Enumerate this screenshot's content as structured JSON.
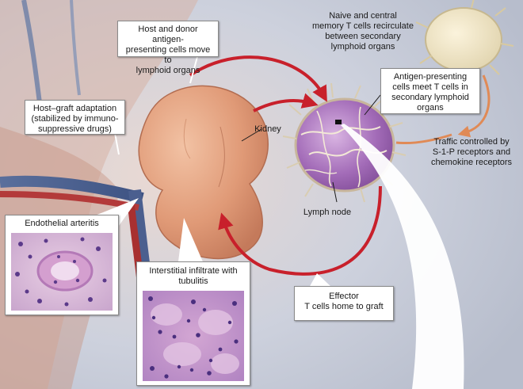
{
  "labels": {
    "host_donor_apc": "Host and donor antigen-\npresenting cells move to\nlymphoid organs",
    "naive_memory": "Naive and central\nmemory T cells recirculate\nbetween secondary\nlymphoid organs",
    "apc_meet": "Antigen-presenting\ncells meet T cells in\nsecondary lymphoid\norgans",
    "host_graft": "Host–graft adaptation\n(stabilized by immuno-\nsuppressive drugs)",
    "kidney": "Kidney",
    "traffic": "Traffic controlled by\nS-1-P receptors and\nchemokine receptors",
    "lymph_node": "Lymph node",
    "endothelial": "Endothelial arteritis",
    "interstitial": "Interstitial infiltrate with\ntubulitis",
    "effector": "Effector\nT cells home to graft"
  },
  "colors": {
    "arrow_red": "#c8202b",
    "kidney": "#e3a27f",
    "lymph_node": "#9a64b0",
    "background": "#c9cfdc"
  }
}
